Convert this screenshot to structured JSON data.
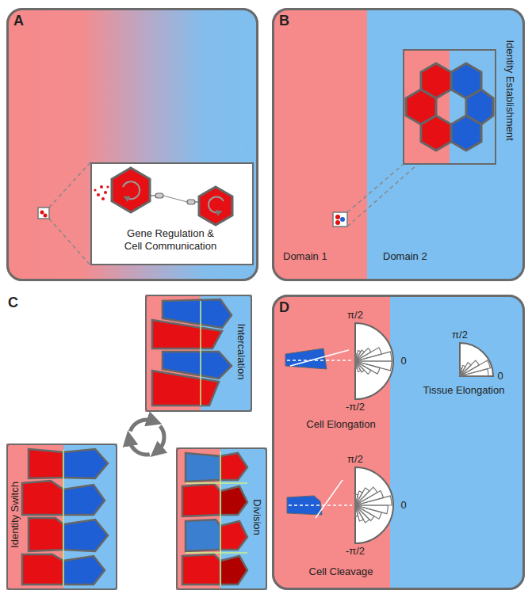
{
  "diagram": {
    "nodes": [
      {
        "text": [
          "A"
        ]
      },
      {
        "text": [
          "Gene Regulation & Cell Communication"
        ],
        "in": 0
      },
      {
        "text": [
          "B"
        ]
      },
      {
        "text": [
          "Domain 1"
        ],
        "in": 2
      },
      {
        "text": [
          "Domain 2"
        ],
        "in": 2
      },
      {
        "text": [
          "Identity Establishment"
        ],
        "in": 2
      },
      {
        "text": [
          "Intercalation"
        ]
      },
      {
        "text": [
          "Identity Switch"
        ]
      },
      {
        "text": [
          "Division"
        ]
      },
      {
        "text": [
          "D"
        ]
      }
    ],
    "labels": [
      "C",
      "π/2",
      "0",
      "-π/2",
      "Cell Elongation",
      "π/2",
      "0",
      "-π/2",
      "Cell Cleavage",
      "π/2",
      "0",
      "Tissue Elongation"
    ]
  }
}
